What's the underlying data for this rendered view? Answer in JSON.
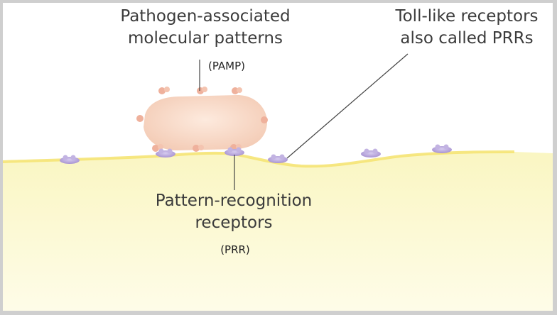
{
  "labels": {
    "pamp": {
      "line1": "Pathogen-associated",
      "line2": "molecular patterns",
      "abbr": "(PAMP)"
    },
    "toll": {
      "line1": "Toll-like receptors",
      "line2": "also called PRRs"
    },
    "prr": {
      "line1": "Pattern-recognition",
      "line2": "receptors",
      "abbr": "(PRR)"
    }
  },
  "colors": {
    "cell_body": "#fbf7c6",
    "membrane": "#f5e880",
    "pathogen": "#f9d7c3",
    "pamp_dot": "#efb19c",
    "receptor": "#b7a6d8",
    "leader_line": "#444444",
    "text": "#3b3b3b"
  }
}
